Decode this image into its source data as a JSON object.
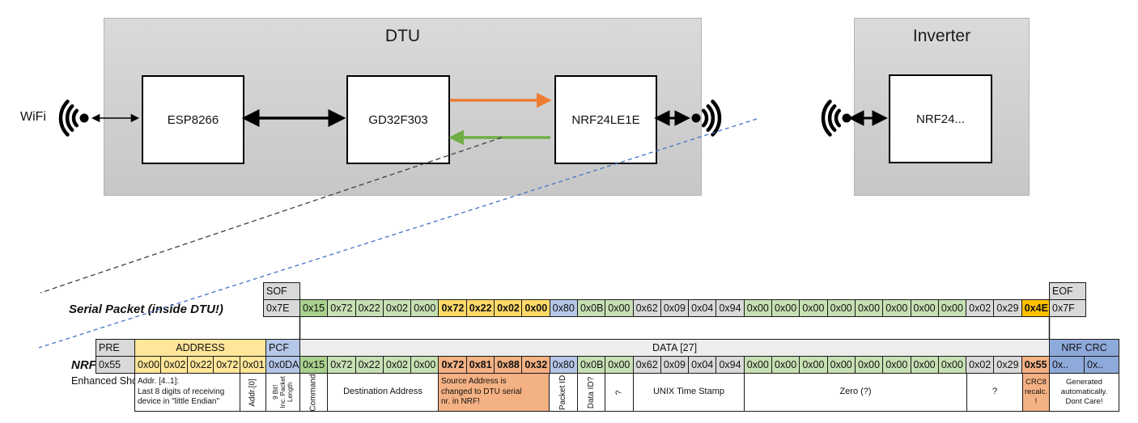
{
  "diagram": {
    "wifi_label": "WiFi",
    "dtu": {
      "title": "DTU",
      "chips": [
        "ESP8266",
        "GD32F303",
        "NRF24LE1E"
      ]
    },
    "inverter": {
      "title": "Inverter",
      "chips": [
        "NRF24..."
      ]
    }
  },
  "colors": {
    "arrow_orange": "#ED7D31",
    "arrow_green": "#70AD47",
    "dashed_blue": "#4472C4",
    "dashed_black": "#404040",
    "cell_green_dark": "#A9D08E",
    "cell_green_light": "#C6E0B4",
    "cell_gold": "#FFD966",
    "cell_amber": "#FFC000",
    "cell_blue_light": "#B4C7E7",
    "cell_gray": "#D9D9D9",
    "cell_salmon": "#F4B183",
    "cell_crc_blue": "#8EAADB",
    "cell_yellow": "#FFE699"
  },
  "serial": {
    "label": "Serial Packet (inside DTU!)",
    "sof": {
      "header": "SOF",
      "value": "0x7E"
    },
    "eof": {
      "header": "EOF",
      "value": "0x7F"
    },
    "bytes": [
      {
        "t": "0x15",
        "c": "g1"
      },
      {
        "t": "0x72",
        "c": "g"
      },
      {
        "t": "0x22",
        "c": "g"
      },
      {
        "t": "0x02",
        "c": "g"
      },
      {
        "t": "0x00",
        "c": "g"
      },
      {
        "t": "0x72",
        "c": "gd"
      },
      {
        "t": "0x22",
        "c": "gd"
      },
      {
        "t": "0x02",
        "c": "gd"
      },
      {
        "t": "0x00",
        "c": "gd"
      },
      {
        "t": "0x80",
        "c": "bl"
      },
      {
        "t": "0x0B",
        "c": "g"
      },
      {
        "t": "0x00",
        "c": "g"
      },
      {
        "t": "0x62",
        "c": "gy"
      },
      {
        "t": "0x09",
        "c": "gy"
      },
      {
        "t": "0x04",
        "c": "gy"
      },
      {
        "t": "0x94",
        "c": "gy"
      },
      {
        "t": "0x00",
        "c": "g"
      },
      {
        "t": "0x00",
        "c": "g"
      },
      {
        "t": "0x00",
        "c": "g"
      },
      {
        "t": "0x00",
        "c": "g"
      },
      {
        "t": "0x00",
        "c": "g"
      },
      {
        "t": "0x00",
        "c": "g"
      },
      {
        "t": "0x00",
        "c": "g"
      },
      {
        "t": "0x00",
        "c": "g"
      },
      {
        "t": "0x02",
        "c": "gy"
      },
      {
        "t": "0x29",
        "c": "gy"
      },
      {
        "t": "0x4E",
        "c": "am"
      }
    ]
  },
  "nrf": {
    "label": "NRF Packet",
    "sublabel": "Enhanced Shockburst",
    "pre": {
      "header": "PRE",
      "value": "0x55"
    },
    "address": {
      "header": "ADDRESS",
      "bytes": [
        "0x00",
        "0x02",
        "0x22",
        "0x72",
        "0x01"
      ]
    },
    "pcf": {
      "header": "PCF",
      "value": "0x0DA"
    },
    "data_header": "DATA [27]",
    "bytes": [
      {
        "t": "0x15",
        "c": "g1"
      },
      {
        "t": "0x72",
        "c": "g"
      },
      {
        "t": "0x22",
        "c": "g"
      },
      {
        "t": "0x02",
        "c": "g"
      },
      {
        "t": "0x00",
        "c": "g"
      },
      {
        "t": "0x72",
        "c": "sa"
      },
      {
        "t": "0x81",
        "c": "sa"
      },
      {
        "t": "0x88",
        "c": "sa"
      },
      {
        "t": "0x32",
        "c": "sa"
      },
      {
        "t": "0x80",
        "c": "bl"
      },
      {
        "t": "0x0B",
        "c": "g"
      },
      {
        "t": "0x00",
        "c": "g"
      },
      {
        "t": "0x62",
        "c": "gy"
      },
      {
        "t": "0x09",
        "c": "gy"
      },
      {
        "t": "0x04",
        "c": "gy"
      },
      {
        "t": "0x94",
        "c": "gy"
      },
      {
        "t": "0x00",
        "c": "g"
      },
      {
        "t": "0x00",
        "c": "g"
      },
      {
        "t": "0x00",
        "c": "g"
      },
      {
        "t": "0x00",
        "c": "g"
      },
      {
        "t": "0x00",
        "c": "g"
      },
      {
        "t": "0x00",
        "c": "g"
      },
      {
        "t": "0x00",
        "c": "g"
      },
      {
        "t": "0x00",
        "c": "g"
      },
      {
        "t": "0x02",
        "c": "gy"
      },
      {
        "t": "0x29",
        "c": "gy"
      },
      {
        "t": "0x55",
        "c": "sa"
      }
    ],
    "crc": {
      "header": "NRF CRC",
      "values": [
        {
          "t": "0x..",
          "c": "cb"
        },
        {
          "t": "0x..",
          "c": "cb"
        }
      ]
    }
  },
  "annotations": {
    "addr41": "Addr. [4..1]:\nLast 8 digits of receiving\ndevice in \"little Endian\"",
    "addr0": "Addr.[0]",
    "pcf9bit": "9 Bit!\nInc. Packet\nLength",
    "command": "Command",
    "dest": "Destination Address",
    "source": "Source Address is\nchanged to DTU serial\nnr. in NRF!",
    "packet_id": "Packet ID",
    "data_id": "Data ID?",
    "q1": "?",
    "unix": "UNIX Time Stamp",
    "zero": "Zero (?)",
    "q2": "?",
    "crc8": "CRC8\nrecalc.\n!",
    "generated": "Generated\nautomatically.\nDont Care!"
  }
}
